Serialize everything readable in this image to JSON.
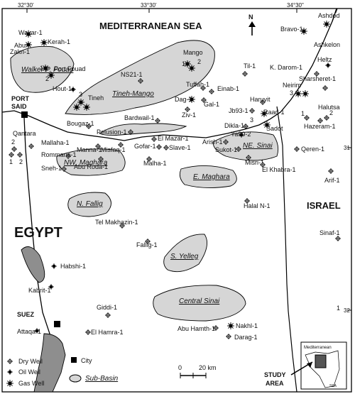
{
  "coords": {
    "lon_3230": "32°30'",
    "lon_3330": "33°30'",
    "lon_3430": "34°30\"",
    "lat_31": "31",
    "lat_32": "32"
  },
  "regions": {
    "sea": "MEDITERRANEAN    SEA",
    "egypt": "EGYPT",
    "israel": "ISRAEL",
    "north": "N"
  },
  "cities": [
    {
      "name": "PORT\nSAID",
      "line1": "PORT",
      "line2": "SAID"
    },
    {
      "name": "SUEZ"
    }
  ],
  "sub_basins": [
    "Walker-P. Fouad",
    "Tineh-Mango",
    "NE. Sinai",
    "NW. Maghara",
    "E. Maghara",
    "N. Fallig",
    "S. Yelleg",
    "Central Sinai"
  ],
  "wells": [
    "Wakar-1",
    "Kerah-1",
    "Abu",
    "Zakn-1",
    "Port Fouad",
    "Hout-1",
    "Tineh",
    "Mango",
    "NS21-1",
    "Tuffah-1",
    "Dag-1",
    "Einab-1",
    "Gal-1",
    "Ziv-1",
    "Til-1",
    "Bravo-1",
    "Ashdod",
    "Ashkelon",
    "Heltz",
    "K. Darom-1",
    "Sharsheret-1",
    "Neirim",
    "Halutsa",
    "Hazeram-1",
    "Haruvit",
    "Jb93-1",
    "Raad-1",
    "Sadot",
    "Dikla-1",
    "Ya90-2",
    "Arish-1",
    "Sukot-1",
    "Misri-1",
    "El Khabra-1",
    "Qeren-1",
    "Arif-1",
    "Bougaz-1",
    "Pelusion-1",
    "Bardwail-1",
    "El Mazar-1",
    "Gofar-1",
    "Slave-1",
    "Malha-1",
    "Qantara",
    "Mallaha-1",
    "Rommana-1",
    "Manna-1",
    "Misfaq-1",
    "Sneh-1",
    "Abu Roda-1",
    "Halal N-1",
    "Tel Makhazin-1",
    "Fallig-1",
    "Sinaf-1",
    "Habshi-1",
    "Kabrit-1",
    "Giddi-1",
    "Attaqa-1",
    "El Hamra-1",
    "Abu Hamth-1",
    "Nakhl-1",
    "Darag-1"
  ],
  "well_numbers": [
    "1",
    "2",
    "3",
    "1",
    "2",
    "3",
    "1",
    "2",
    "3",
    "2",
    "1",
    "2",
    "1"
  ],
  "legend": {
    "dry": "Dry Well",
    "oil": "Oil Well",
    "gas": "Gas Well",
    "city": "City",
    "basin": "Sub-Basin"
  },
  "scale": {
    "zero": "0",
    "km": "20 km"
  },
  "inset": {
    "title": "Mediterranean",
    "sea": "SEA",
    "caption1": "STUDY",
    "caption2": "AREA"
  }
}
